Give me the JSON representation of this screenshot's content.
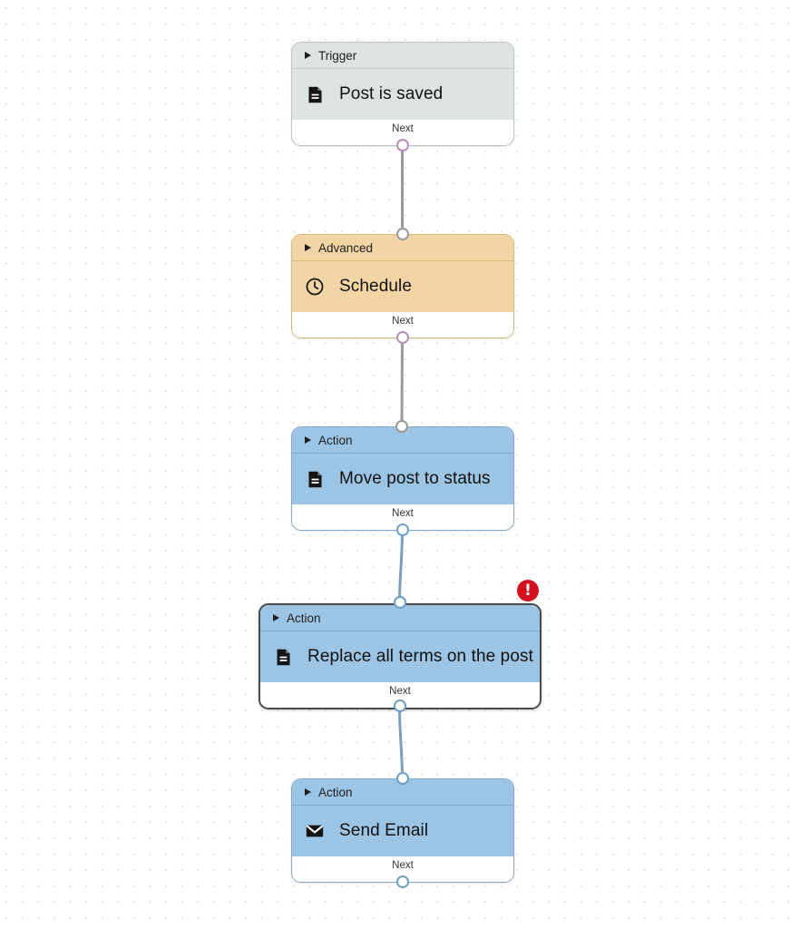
{
  "canvas": {
    "background_color": "#ffffff",
    "dot_color": "#e3e3e3",
    "next_label": "Next"
  },
  "colors": {
    "trigger_fill": "#dde3de",
    "trigger_border": "#b9c2bd",
    "advanced_fill": "#f3d4a4",
    "advanced_border": "#d9b579",
    "action_fill": "#9cc4e4",
    "action_border": "#7fa8cc",
    "selected_border": "#4a4a4a",
    "error_badge": "#d50f1e",
    "edge_line": "#9a9a9a",
    "edge_line_blue": "#7f9fb8",
    "port_purple": "#b28fc0",
    "port_blue": "#6f9fc6"
  },
  "nodes": [
    {
      "id": "trigger-post-is-saved",
      "kind": "trigger",
      "header": "Trigger",
      "title": "Post is saved",
      "icon": "document-icon",
      "footer": "Next",
      "selected": false,
      "has_error": false
    },
    {
      "id": "advanced-schedule",
      "kind": "advanced",
      "header": "Advanced",
      "title": "Schedule",
      "icon": "clock-icon",
      "footer": "Next",
      "selected": false,
      "has_error": false
    },
    {
      "id": "action-move-post-to-status",
      "kind": "action",
      "header": "Action",
      "title": "Move post to status",
      "icon": "document-icon",
      "footer": "Next",
      "selected": false,
      "has_error": false
    },
    {
      "id": "action-replace-all-terms",
      "kind": "action",
      "header": "Action",
      "title": "Replace all terms on the post",
      "icon": "document-icon",
      "footer": "Next",
      "selected": true,
      "has_error": true
    },
    {
      "id": "action-send-email",
      "kind": "action",
      "header": "Action",
      "title": "Send Email",
      "icon": "envelope-icon",
      "footer": "Next",
      "selected": false,
      "has_error": false
    }
  ],
  "error": {
    "symbol": "!",
    "on_node": "action-replace-all-terms"
  }
}
